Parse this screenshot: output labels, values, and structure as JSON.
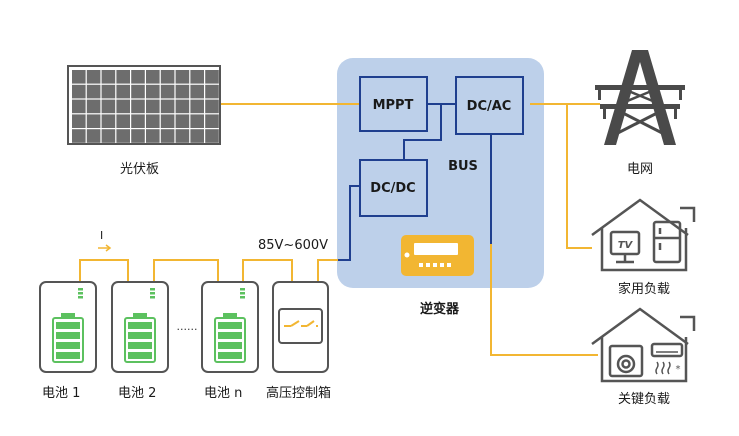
{
  "diagram": {
    "blocks": {
      "mppt": "MPPT",
      "dcac": "DC/AC",
      "dcdc": "DC/DC"
    },
    "labels": {
      "bus": "BUS",
      "solar_panel": "光伏板",
      "grid": "电网",
      "inverter": "逆变器",
      "home_load": "家用负载",
      "critical_load": "关键负载",
      "voltage_range": "85V~600V",
      "current": "I",
      "battery_1": "电池 1",
      "battery_2": "电池 2",
      "battery_n": "电池 n",
      "hv_box": "高压控制箱",
      "dots": "......",
      "tv": "TV"
    },
    "colors": {
      "inverter_bg": "#bdd0ea",
      "bus_line": "#1f3f8f",
      "power_line": "#f2b632",
      "battery_green": "#5cc15f",
      "device_gray": "#555555",
      "pylon": "#4a4a4a"
    }
  }
}
